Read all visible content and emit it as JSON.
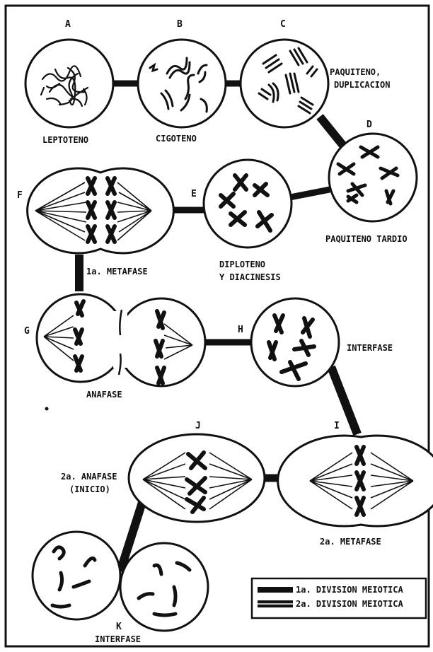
{
  "stages": {
    "A": {
      "letter": "A",
      "name": "LEPTOTENO"
    },
    "B": {
      "letter": "B",
      "name": "CIGOTENO"
    },
    "C": {
      "letter": "C",
      "name_line1": "PAQUITENO,",
      "name_line2": "DUPLICACION"
    },
    "D": {
      "letter": "D",
      "name": "PAQUITENO TARDIO"
    },
    "E": {
      "letter": "E",
      "name_line1": "DIPLOTENO",
      "name_line2": "Y DIACINESIS"
    },
    "F": {
      "letter": "F",
      "name": "1a. METAFASE"
    },
    "G": {
      "letter": "G",
      "name": "ANAFASE"
    },
    "H": {
      "letter": "H",
      "name": "INTERFASE"
    },
    "I": {
      "letter": "I",
      "name": "2a. METAFASE"
    },
    "J": {
      "letter": "J",
      "name_line1": "2a. ANAFASE",
      "name_line2": "(INICIO)"
    },
    "K": {
      "letter": "K",
      "name": "INTERFASE"
    }
  },
  "legend": {
    "first": "1a. DIVISION MEIOTICA",
    "second": "2a. DIVISION MEIOTICA"
  }
}
